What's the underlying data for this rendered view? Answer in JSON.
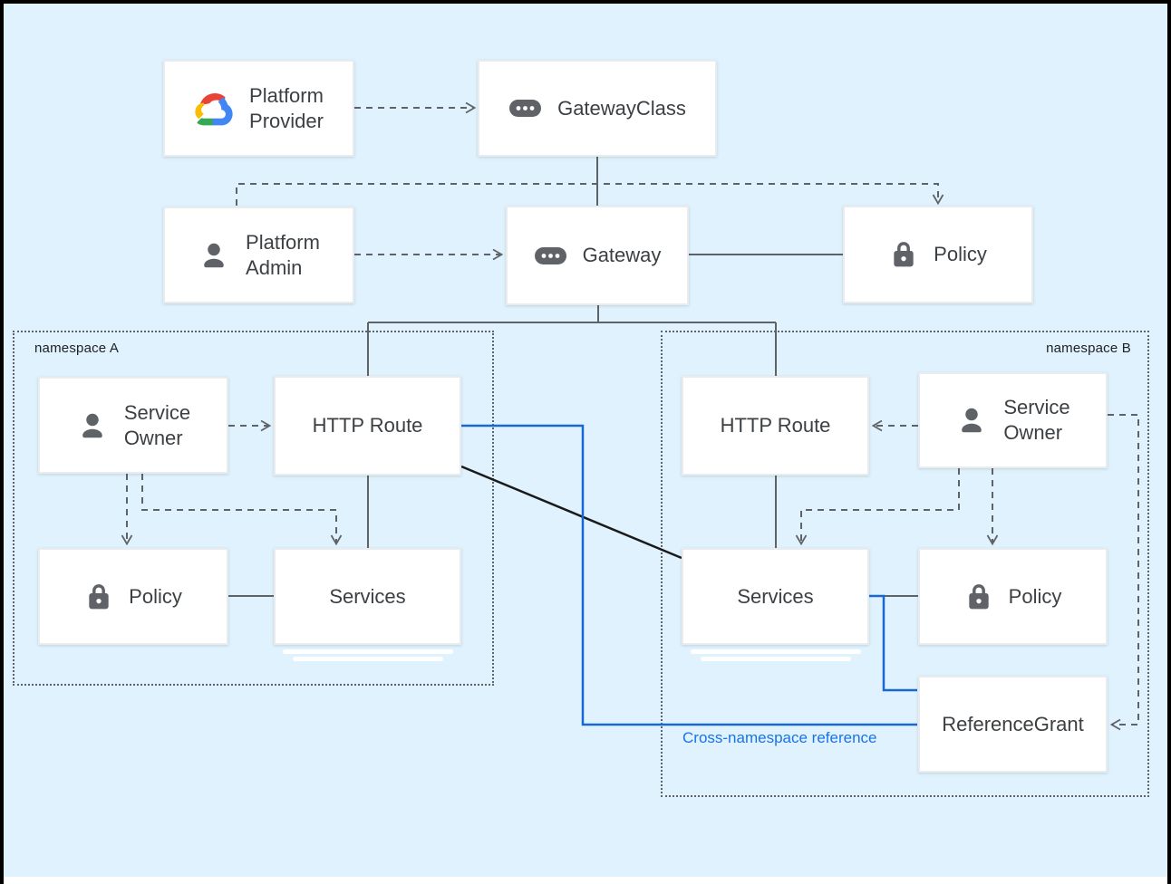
{
  "colors": {
    "bg": "#dff2fd",
    "frame": "#000000",
    "box_border": "#e9ecef",
    "text": "#3c4043",
    "line": "#5f6368",
    "black_line": "#1a1a1a",
    "blue_line": "#1967d2",
    "blue_text": "#1a73e8",
    "icon": "#5f6368"
  },
  "groups": {
    "a": {
      "label": "namespace A"
    },
    "b": {
      "label": "namespace B"
    }
  },
  "nodes": {
    "platform_provider": {
      "line1": "Platform",
      "line2": "Provider",
      "icon": "google-cloud"
    },
    "gateway_class": {
      "label": "GatewayClass",
      "icon": "resource"
    },
    "platform_admin": {
      "line1": "Platform",
      "line2": "Admin",
      "icon": "person"
    },
    "gateway": {
      "label": "Gateway",
      "icon": "resource"
    },
    "policy_top": {
      "label": "Policy",
      "icon": "lock"
    },
    "service_owner_a": {
      "line1": "Service",
      "line2": "Owner",
      "icon": "person"
    },
    "http_route_a": {
      "label": "HTTP Route"
    },
    "policy_a": {
      "label": "Policy",
      "icon": "lock"
    },
    "services_a": {
      "label": "Services"
    },
    "http_route_b": {
      "label": "HTTP Route"
    },
    "service_owner_b": {
      "line1": "Service",
      "line2": "Owner",
      "icon": "person"
    },
    "services_b": {
      "label": "Services"
    },
    "policy_b": {
      "label": "Policy",
      "icon": "lock"
    },
    "reference_grant": {
      "label": "ReferenceGrant"
    }
  },
  "legend": {
    "cross_namespace_label": "Cross-namespace reference"
  }
}
